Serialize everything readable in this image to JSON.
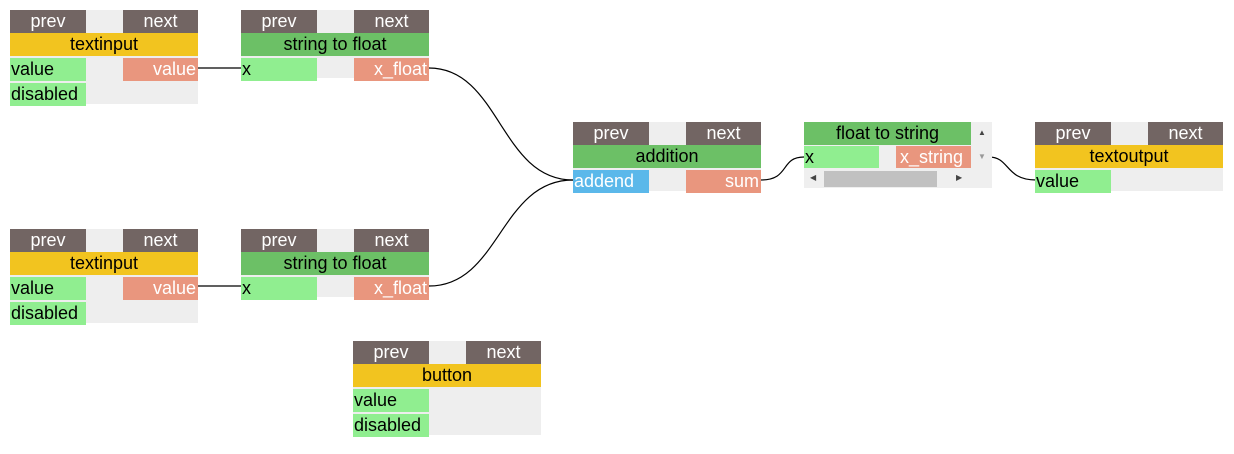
{
  "nodes": {
    "textinput1": {
      "prev": "prev",
      "next": "next",
      "title": "textinput",
      "inputs": [
        "value",
        "disabled"
      ],
      "output": "value"
    },
    "textinput2": {
      "prev": "prev",
      "next": "next",
      "title": "textinput",
      "inputs": [
        "value",
        "disabled"
      ],
      "output": "value"
    },
    "string_to_float1": {
      "prev": "prev",
      "next": "next",
      "title": "string to float",
      "input": "x",
      "output": "x_float"
    },
    "string_to_float2": {
      "prev": "prev",
      "next": "next",
      "title": "string to float",
      "input": "x",
      "output": "x_float"
    },
    "addition": {
      "prev": "prev",
      "next": "next",
      "title": "addition",
      "input": "addend",
      "output": "sum"
    },
    "float_to_string": {
      "title": "float to string",
      "input": "x",
      "output": "x_string"
    },
    "textoutput": {
      "prev": "prev",
      "next": "next",
      "title": "textoutput",
      "input": "value"
    },
    "button": {
      "prev": "prev",
      "next": "next",
      "title": "button",
      "inputs": [
        "value",
        "disabled"
      ]
    }
  },
  "colors": {
    "header": "#726563",
    "yellow": "#f2c41f",
    "green": "#6cc066",
    "input": "#90ee90",
    "output": "#e9967e",
    "blue": "#5bb8ea"
  }
}
